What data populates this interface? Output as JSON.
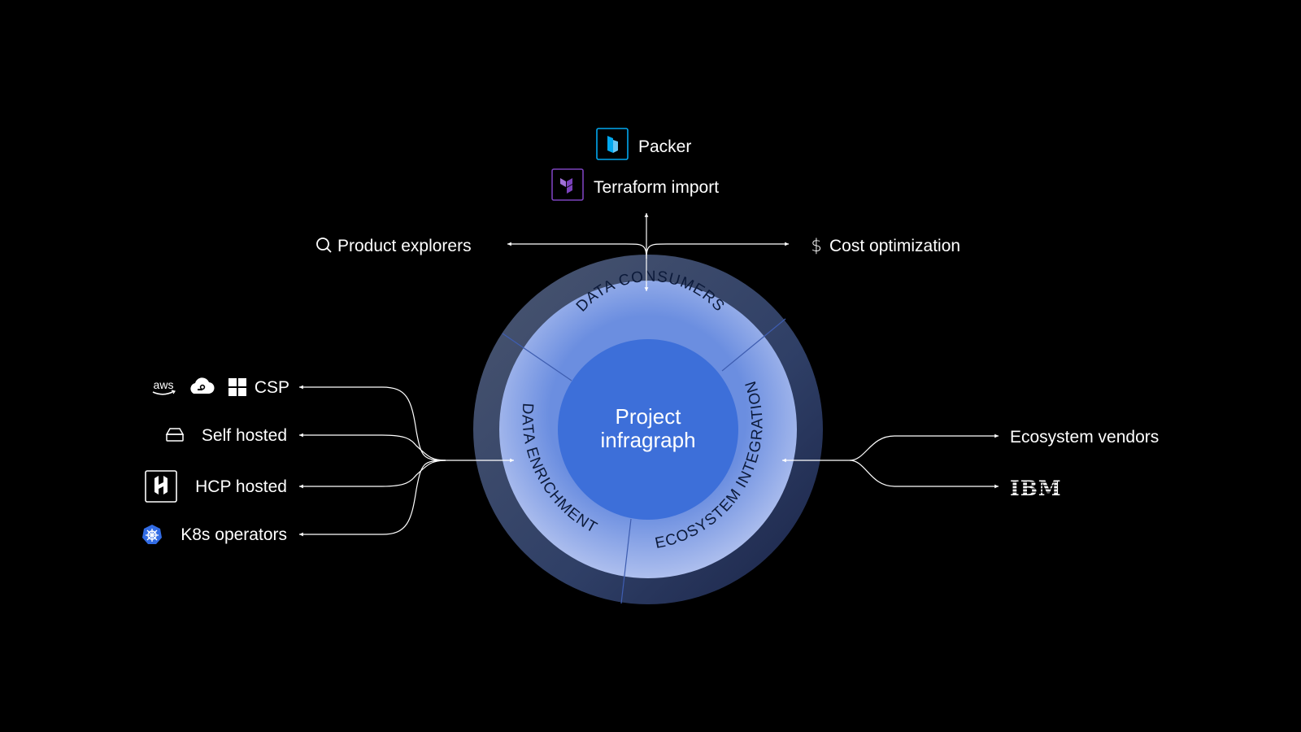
{
  "center": {
    "line1": "Project",
    "line2": "infragraph"
  },
  "segments": {
    "top": "DATA CONSUMERS",
    "left": "DATA ENRICHMENT",
    "right": "ECOSYSTEM INTEGRATION"
  },
  "consumers": {
    "packer": {
      "label": "Packer",
      "icon": "packer-icon"
    },
    "terraform": {
      "label": "Terraform import",
      "icon": "terraform-icon"
    },
    "explorers": {
      "label": "Product explorers",
      "icon": "search-icon"
    },
    "cost": {
      "label": "Cost optimization",
      "icon": "dollar-icon"
    }
  },
  "enrichment_sources": [
    {
      "label": "CSP",
      "icons": [
        "aws-icon",
        "cloud-icon",
        "windows-icon"
      ]
    },
    {
      "label": "Self hosted",
      "icon": "server-icon"
    },
    {
      "label": "HCP hosted",
      "icon": "hashicorp-icon"
    },
    {
      "label": "K8s operators",
      "icon": "kubernetes-icon"
    }
  ],
  "ecosystem": [
    {
      "label": "Ecosystem vendors"
    },
    {
      "label": "IBM",
      "icon": "ibm-logo"
    }
  ],
  "colors": {
    "background": "#000000",
    "outer_ring": "#3b4a66",
    "outer_ring_dark": "#1c2a4d",
    "middle_ring": "#8aa4e6",
    "inner_circle": "#3d6fd9",
    "packer": "#02a8ef",
    "terraform": "#7b42bc",
    "kubernetes": "#326ce5"
  }
}
